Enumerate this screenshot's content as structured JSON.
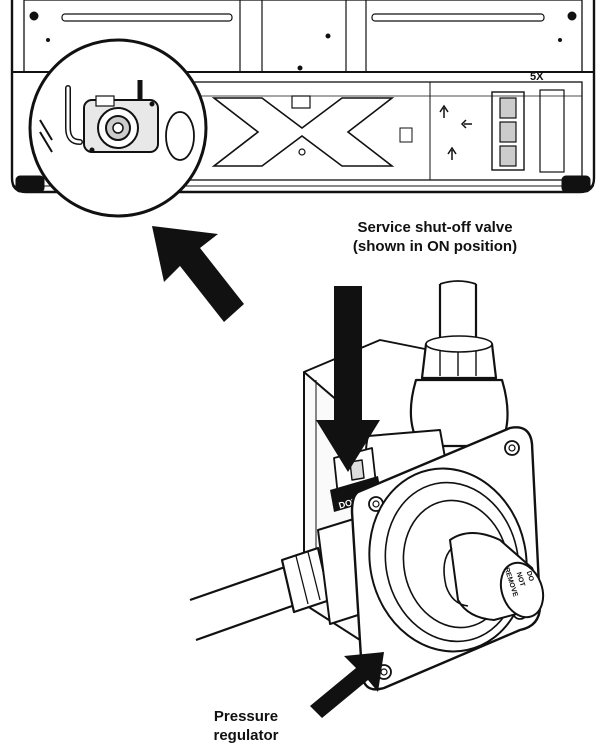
{
  "callouts": {
    "valve_line1": "Service shut-off valve",
    "valve_line2": "(shown in ON position)",
    "regulator_line1": "Pressure",
    "regulator_line2": "regulator"
  },
  "part_markings": {
    "down": "DOWN",
    "do": "DO",
    "not": "NOT",
    "remove": "REMOVE",
    "panel_code": "5X"
  },
  "colors": {
    "line": "#111111",
    "panel_fill": "#f4f4f4",
    "background": "#ffffff"
  }
}
